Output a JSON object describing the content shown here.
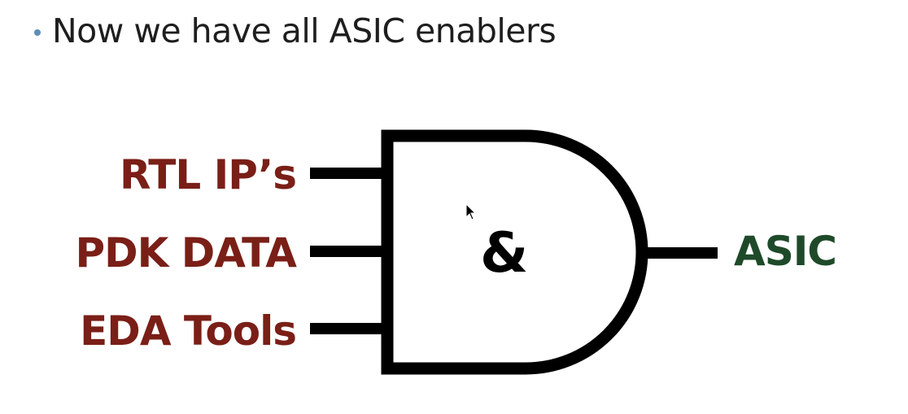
{
  "slide": {
    "bullet": "Now we have all ASIC enablers"
  },
  "gate": {
    "inputs": [
      "RTL IP’s",
      "PDK DATA",
      "EDA Tools"
    ],
    "symbol": "&",
    "output": "ASIC"
  },
  "colors": {
    "input_text": "#7a1f17",
    "output_text": "#1f4a2a",
    "gate_stroke": "#000000",
    "bullet_dot": "#5b8fb9"
  },
  "icons": {
    "cursor": "mouse-pointer-icon"
  }
}
